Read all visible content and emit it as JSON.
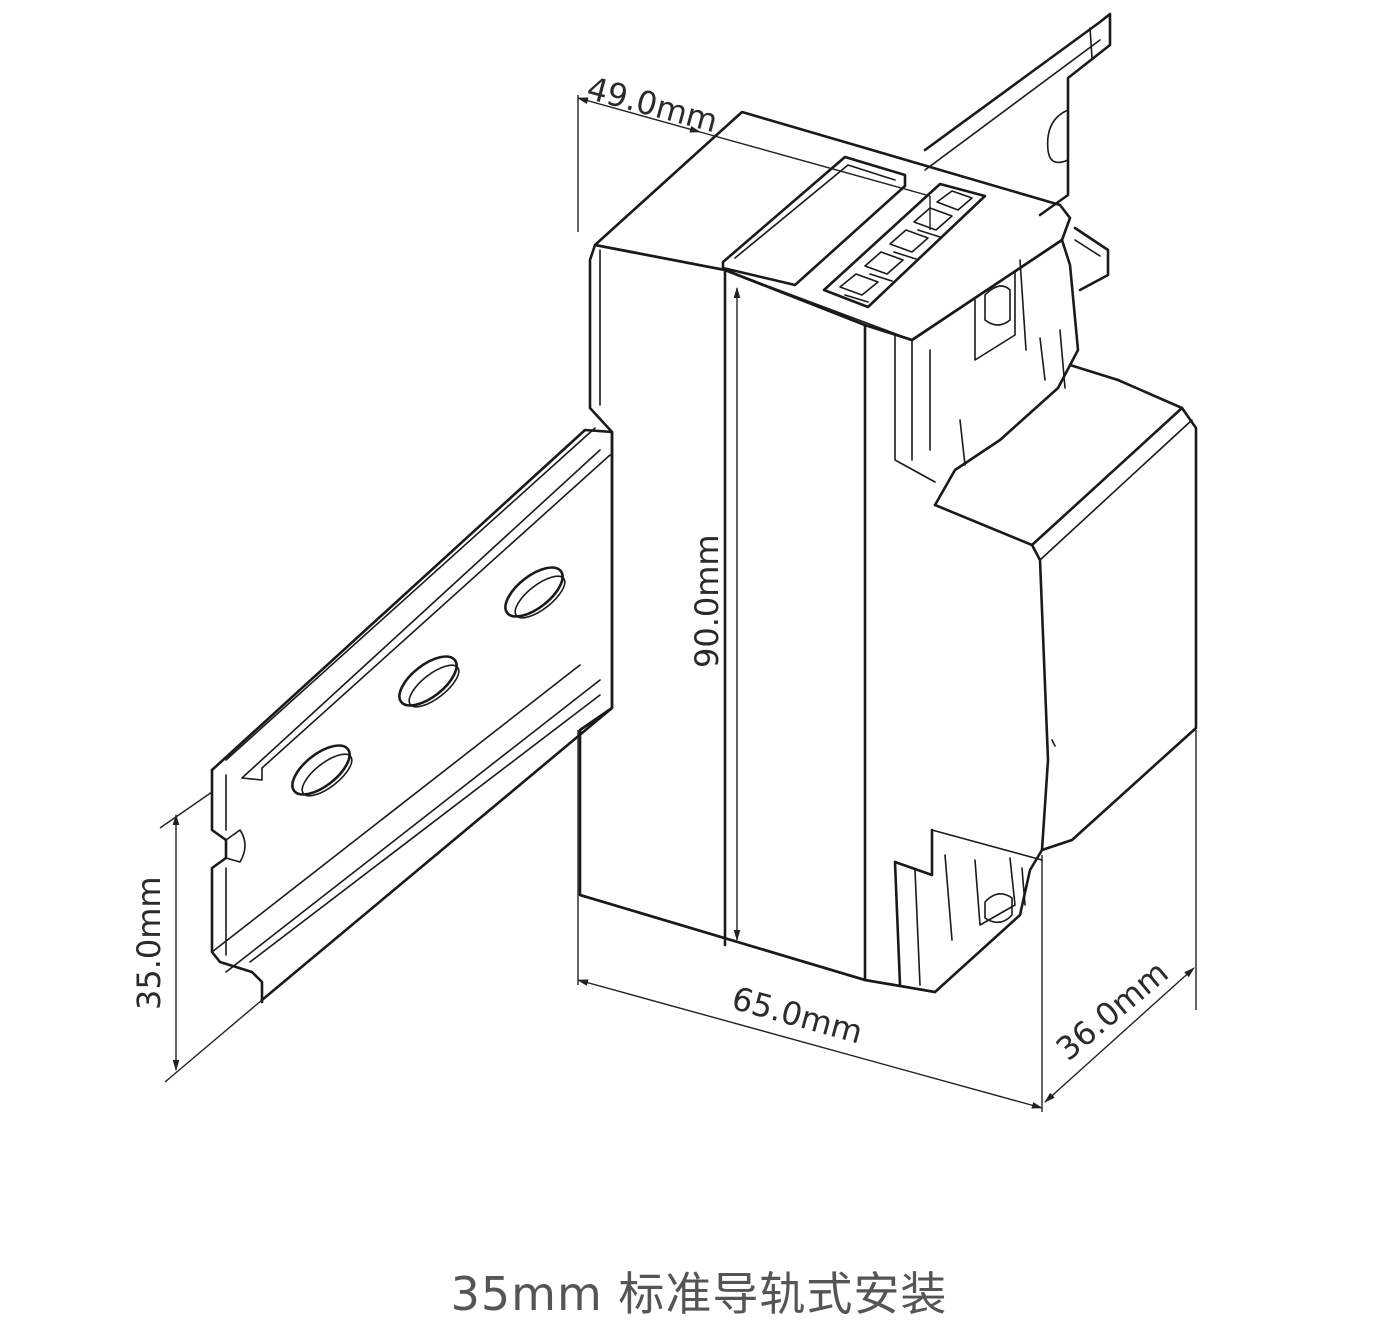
{
  "dimensions": {
    "depth": "49.0mm",
    "height": "90.0mm",
    "width": "65.0mm",
    "thickness": "36.0mm",
    "rail": "35.0mm"
  },
  "caption": "35mm 标准导轨式安装",
  "line_color": "#1a1a1a",
  "text_color": "#2b2b2b"
}
